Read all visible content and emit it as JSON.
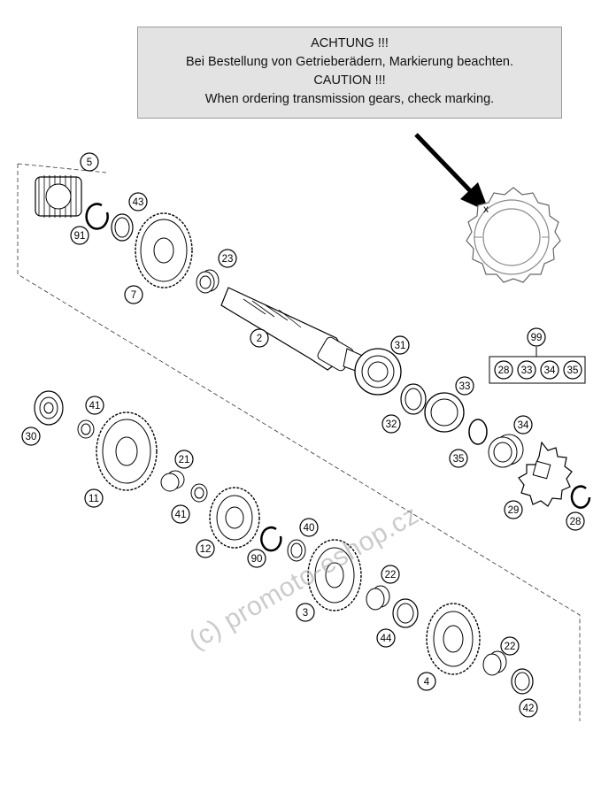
{
  "notice": {
    "line1": "ACHTUNG !!!",
    "line2": "Bei Bestellung von Getrieberädern, Markierung beachten.",
    "line3": "CAUTION !!!",
    "line4": "When ordering transmission gears, check marking."
  },
  "callouts": {
    "c5": "5",
    "c91": "91",
    "c43": "43",
    "c7": "7",
    "c23": "23",
    "c2": "2",
    "c31": "31",
    "c99": "99",
    "k28": "28",
    "k33": "33",
    "k34": "34",
    "k35": "35",
    "c30": "30",
    "c41a": "41",
    "c11": "11",
    "c21": "21",
    "c41b": "41",
    "c32": "32",
    "c33": "33",
    "c35": "35",
    "c34": "34",
    "c29": "29",
    "c28": "28",
    "c12": "12",
    "c90": "90",
    "c40": "40",
    "c3": "3",
    "c22a": "22",
    "c44": "44",
    "c4": "4",
    "c22b": "22",
    "c42": "42"
  },
  "watermark": "(c) promoto-eshop.cz",
  "colors": {
    "line": "#000000",
    "notice_bg": "#e3e3e3",
    "part_fill": "#ffffff",
    "watermark": "#a0a0a0"
  }
}
